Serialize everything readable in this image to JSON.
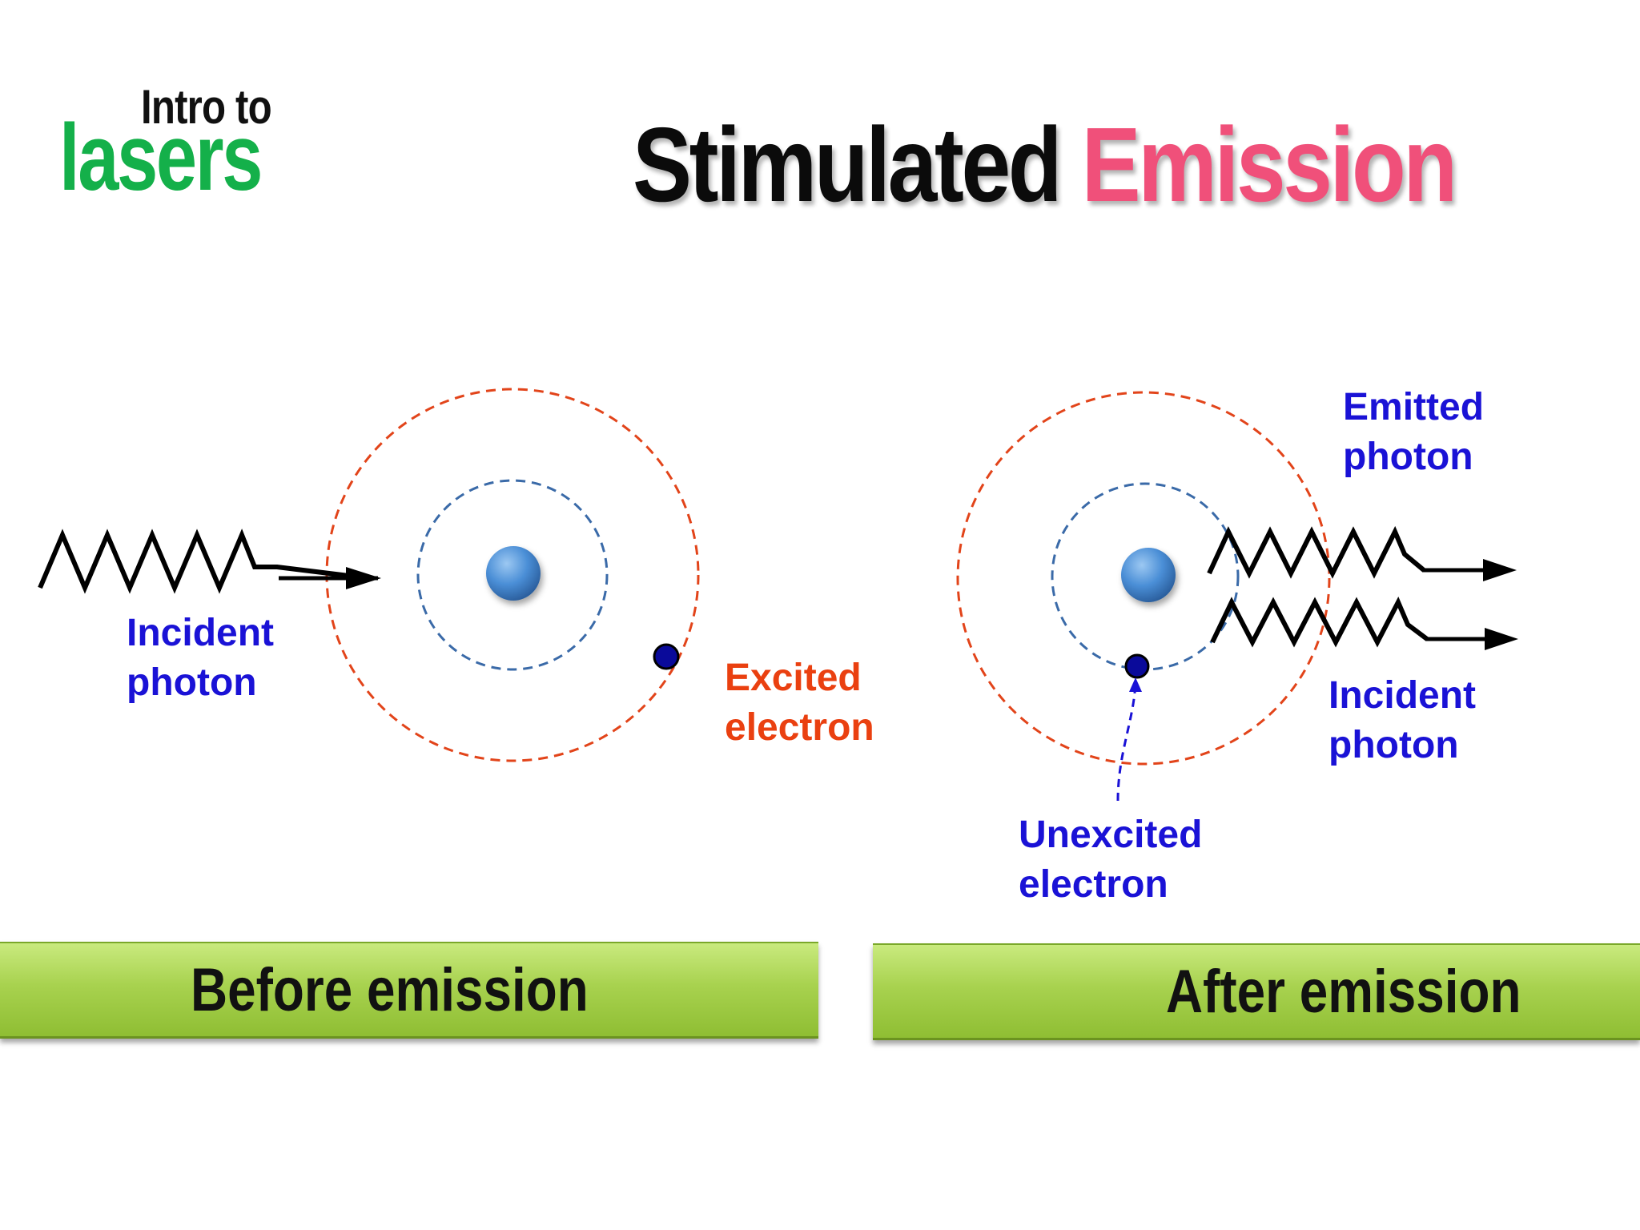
{
  "logo": {
    "top": "Intro to",
    "main": "lasers"
  },
  "title": {
    "word1": "Stimulated",
    "word2": "Emission"
  },
  "colors": {
    "logo_green": "#14b04a",
    "title_pink": "#f0507a",
    "label_blue": "#1a12d6",
    "label_red": "#ea4010",
    "orbit_red": "#e2441a",
    "orbit_blue": "#3a6aa8",
    "nucleus_blue": "#4a8ed6",
    "electron_blue": "#0a0a9a",
    "bar_green": "#a8d24f"
  },
  "before": {
    "incident_photon": [
      "Incident",
      "photon"
    ],
    "excited_electron": [
      "Excited",
      "electron"
    ],
    "caption": "Before emission"
  },
  "after": {
    "emitted_photon": [
      "Emitted",
      "photon"
    ],
    "incident_photon": [
      "Incident",
      "photon"
    ],
    "unexcited_electron": [
      "Unexcited",
      "electron"
    ],
    "caption": "After emission"
  }
}
